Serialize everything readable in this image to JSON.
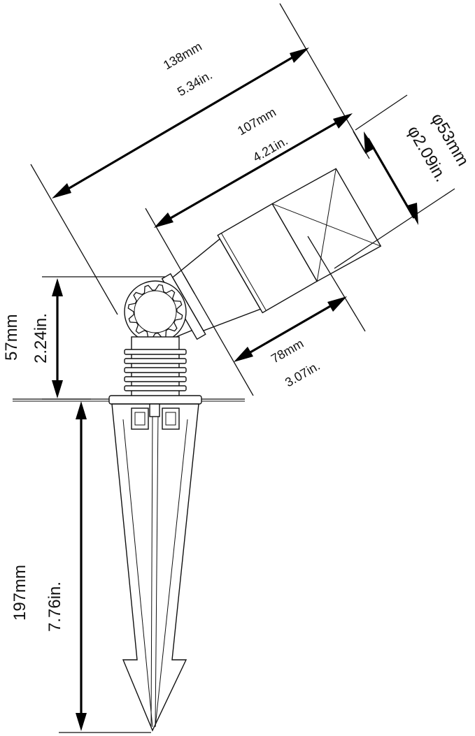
{
  "dimensions": {
    "overall_length": {
      "mm": "138mm",
      "in": "5.34in."
    },
    "head_length": {
      "mm": "107mm",
      "in": "4.21in."
    },
    "head_diameter": {
      "mm": "φ53mm",
      "in": "φ2.09in."
    },
    "knuckle_offset": {
      "mm": "78mm",
      "in": "3.07in."
    },
    "knuckle_height": {
      "mm": "57mm",
      "in": "2.24in."
    },
    "stake_length": {
      "mm": "197mm",
      "in": "7.76in."
    }
  }
}
